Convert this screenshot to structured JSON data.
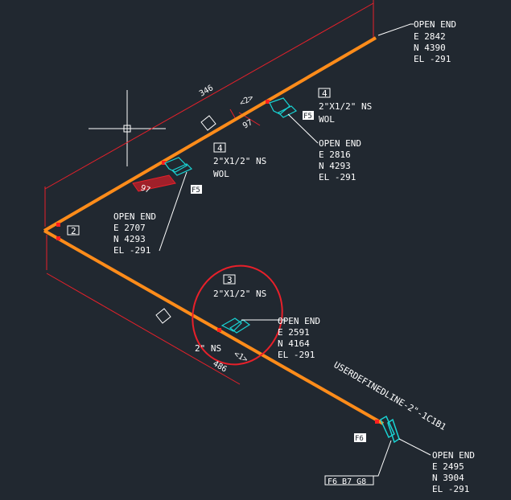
{
  "open_end_label": "OPEN END",
  "annotations": {
    "end_top": {
      "title": "OPEN END",
      "e": "E  2842",
      "n": "N  4390",
      "el": "EL  -291"
    },
    "end_mid": {
      "title": "OPEN END",
      "e": "E  2816",
      "n": "N  4293",
      "el": "EL  -291"
    },
    "end_left": {
      "title": "OPEN END",
      "e": "E  2707",
      "n": "N  4293",
      "el": "EL  -291"
    },
    "end_lower": {
      "title": "OPEN END",
      "e": "E  2591",
      "n": "N  4164",
      "el": "EL  -291"
    },
    "end_bottom": {
      "title": "OPEN END",
      "e": "E  2495",
      "n": "N  3904",
      "el": "EL  -291"
    }
  },
  "tags": {
    "tag4_top": "4",
    "tag4_mid": "4",
    "tag2": "2",
    "tag3": "3",
    "line_no_a": "<2>",
    "line_no_b": "<1>"
  },
  "branch_text": {
    "a_size": "2\"X1/2\" NS",
    "a_type": "WOL",
    "b_size": "2\"X1/2\" NS",
    "b_type": "WOL",
    "c_size": "2\"X1/2\" NS",
    "c_ns": "2\" NS"
  },
  "dimensions": {
    "d346": "346",
    "d97": "97",
    "d97b": "97",
    "d486": "486"
  },
  "fittings": {
    "f5a": "F5",
    "f5b": "F5",
    "f6": "F6"
  },
  "line_label": "USERDEFINEDLINE-2\"-1C1B1",
  "bom_box": "F6  B7  G8",
  "colors": {
    "pipe": "#ff8c1a",
    "dim": "#e8202a",
    "fitting": "#19d4d4",
    "text": "#ffffff",
    "background": "#212830"
  }
}
